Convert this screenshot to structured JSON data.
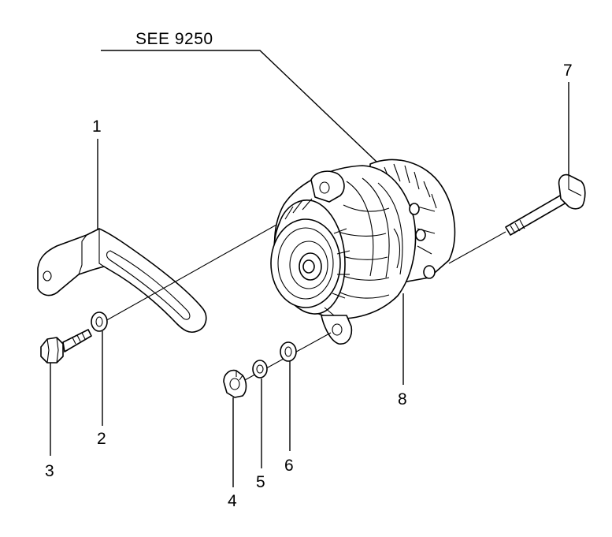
{
  "reference": {
    "text": "SEE 9250"
  },
  "callouts": [
    {
      "id": "1",
      "text": "1"
    },
    {
      "id": "2",
      "text": "2"
    },
    {
      "id": "3",
      "text": "3"
    },
    {
      "id": "4",
      "text": "4"
    },
    {
      "id": "5",
      "text": "5"
    },
    {
      "id": "6",
      "text": "6"
    },
    {
      "id": "7",
      "text": "7"
    },
    {
      "id": "8",
      "text": "8"
    }
  ]
}
